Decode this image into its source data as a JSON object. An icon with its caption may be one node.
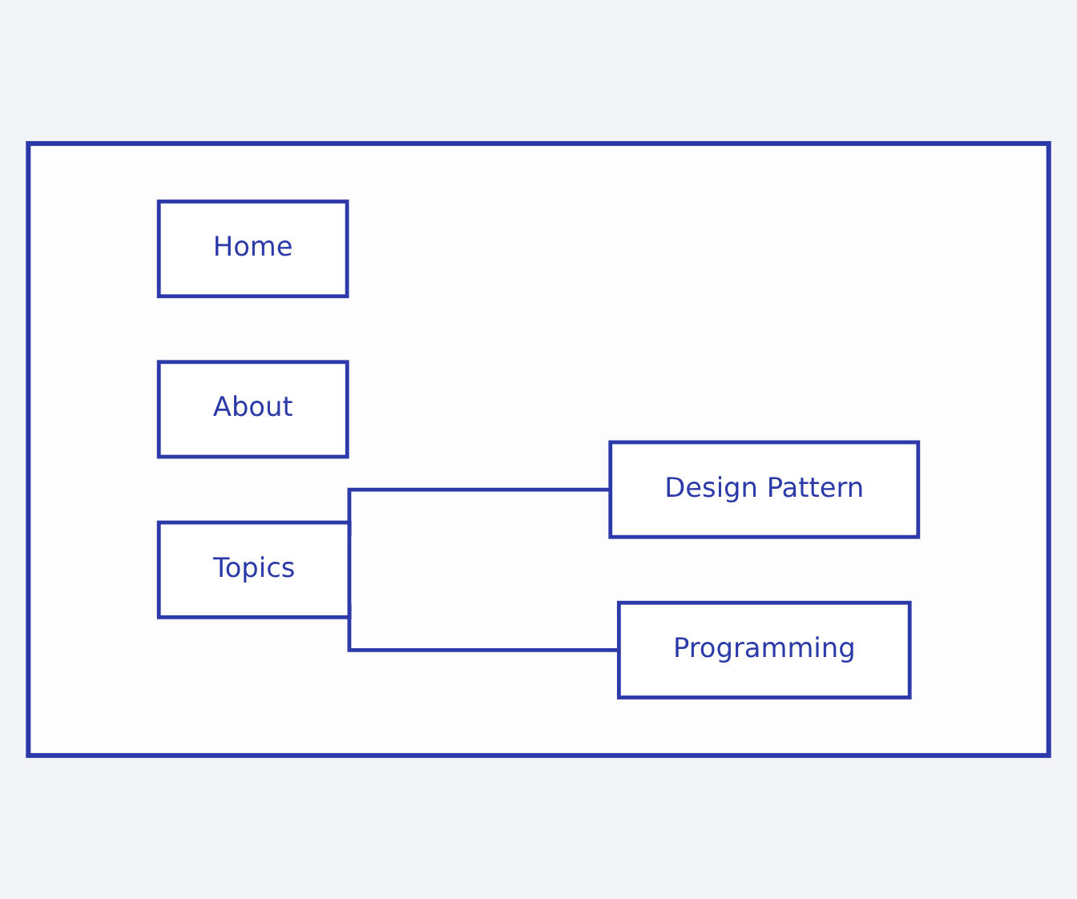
{
  "diagram": {
    "nodes": [
      {
        "text": [],
        "shape": "box"
      },
      {
        "text": [
          "Home"
        ],
        "in": 0
      },
      {
        "text": [
          "About"
        ],
        "in": 0
      },
      {
        "text": [
          "Topics"
        ],
        "in": 0
      },
      {
        "text": [
          "Design Pattern"
        ],
        "in": 0
      },
      {
        "text": [
          "Programming"
        ],
        "in": 0
      }
    ],
    "edges": [
      {
        "from": 3,
        "to": 4,
        "arrow": "none"
      },
      {
        "from": 3,
        "to": 5,
        "arrow": "none"
      }
    ]
  }
}
